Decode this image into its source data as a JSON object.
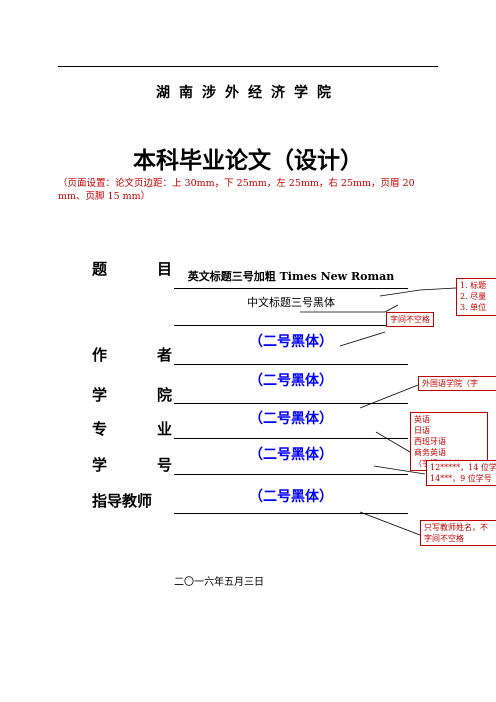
{
  "header": {
    "school": "湖南涉外经济学院",
    "title": "本科毕业论文（设计）",
    "setup_note": "（页面设置：论文页边距：上 30mm，下 25mm，左 25mm，右 25mm，页眉 20 mm、页脚 15 mm）"
  },
  "labels": {
    "topic": [
      "题",
      "目"
    ],
    "author": [
      "作",
      "者"
    ],
    "college": [
      "学",
      "院"
    ],
    "major": [
      "专",
      "业"
    ],
    "student_id": [
      "学",
      "号"
    ],
    "advisor": "指导教师"
  },
  "fields": {
    "title_en": "英文标题三号加粗 Times New Roman",
    "title_cn": "中文标题三号黑体",
    "author": "（二号黑体）",
    "college": "（二号黑体）",
    "major": "（二号黑体）",
    "student_id": "（二号黑体）",
    "advisor": "（二号黑体）"
  },
  "notes": {
    "title_list": [
      "1.  标题",
      "2.  尽量",
      "3.  单位"
    ],
    "no_space": "字间不空格",
    "college": "外国语学院（字",
    "majors": [
      "英语",
      "日语",
      "西班牙语",
      "商务英语",
      "（字间不空格）"
    ],
    "student_id": [
      "12*****，14 位学",
      "14***，9 位学号"
    ],
    "advisor": [
      "只写教师姓名，不",
      "字间不空格"
    ]
  },
  "footer": {
    "date": "二〇一六年五月三日"
  },
  "colors": {
    "accent_blue": "#0000ff",
    "note_red": "#c00000"
  }
}
